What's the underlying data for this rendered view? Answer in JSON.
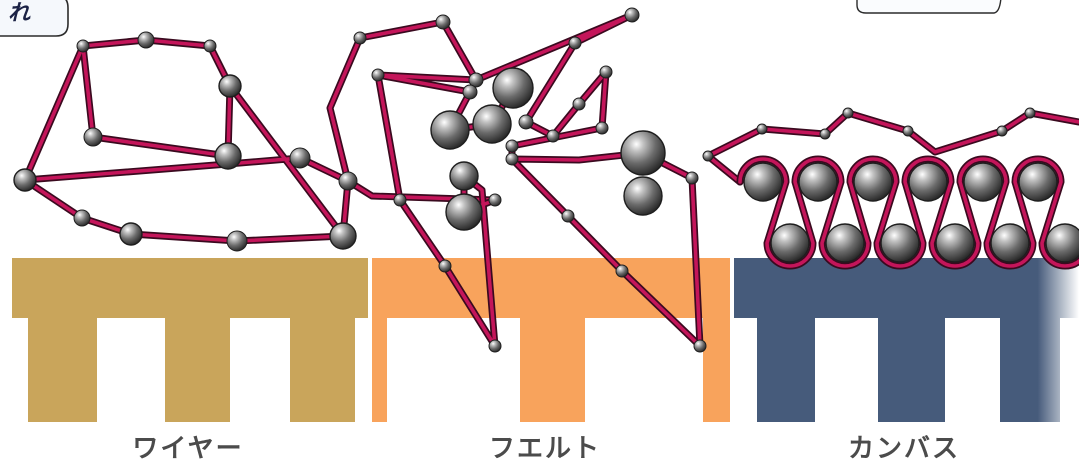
{
  "corner_note": {
    "text": "れ"
  },
  "sections": {
    "wire": {
      "label": "ワイヤー"
    },
    "felt": {
      "label": "フエルト"
    },
    "canvas": {
      "label": "カンバス"
    }
  },
  "colors": {
    "wire": "#C9A55B",
    "felt": "#F8A35C",
    "canvas": "#465B7B",
    "belt": "#C4155A",
    "belt_outline": "#3A0A1F",
    "label_text": "#4B4B4B"
  }
}
